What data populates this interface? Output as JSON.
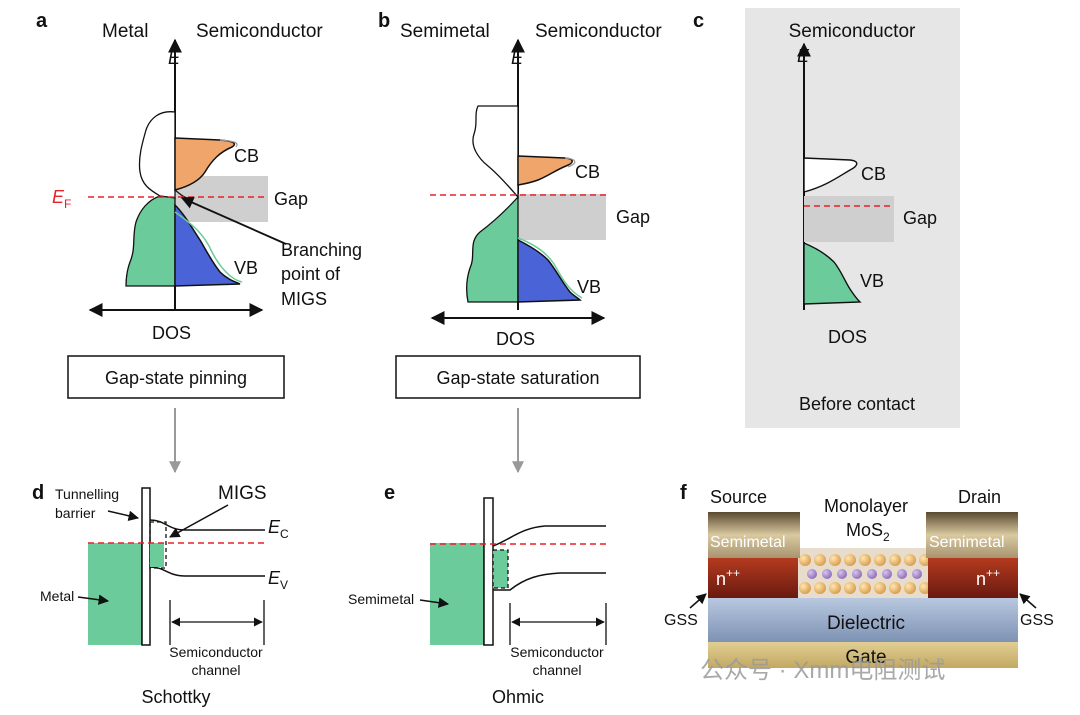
{
  "panels": {
    "a": {
      "letter": "a",
      "left_title": "Metal",
      "right_title": "Semiconductor",
      "axis_e": "E",
      "fermi_E": "E",
      "fermi_sub": "F",
      "cb": "CB",
      "vb": "VB",
      "gap": "Gap",
      "branch_l1": "Branching",
      "branch_l2": "point of",
      "branch_l3": "MIGS",
      "dos": "DOS",
      "box": "Gap-state pinning"
    },
    "b": {
      "letter": "b",
      "left_title": "Semimetal",
      "right_title": "Semiconductor",
      "axis_e": "E",
      "cb": "CB",
      "vb": "VB",
      "gap": "Gap",
      "dos": "DOS",
      "box": "Gap-state saturation"
    },
    "c": {
      "letter": "c",
      "title": "Semiconductor",
      "axis_e": "E",
      "cb": "CB",
      "vb": "VB",
      "gap": "Gap",
      "dos": "DOS",
      "caption": "Before contact"
    },
    "d": {
      "letter": "d",
      "tunnel_l1": "Tunnelling",
      "tunnel_l2": "barrier",
      "migs": "MIGS",
      "ec_main": "E",
      "ec_sub": "C",
      "ev_main": "E",
      "ev_sub": "V",
      "metal": "Metal",
      "chan_l1": "Semiconductor",
      "chan_l2": "channel",
      "caption": "Schottky"
    },
    "e": {
      "letter": "e",
      "semimetal": "Semimetal",
      "chan_l1": "Semiconductor",
      "chan_l2": "channel",
      "caption": "Ohmic"
    },
    "f": {
      "letter": "f",
      "source": "Source",
      "drain": "Drain",
      "mono_l1": "Monolayer",
      "mono_l2_main": "MoS",
      "mono_l2_sub": "2",
      "semimetal_left": "Semimetal",
      "semimetal_right": "Semimetal",
      "n_left_main": "n",
      "n_left_sup": "++",
      "n_right_main": "n",
      "n_right_sup": "++",
      "gss_left": "GSS",
      "gss_right": "GSS",
      "dielectric": "Dielectric",
      "gate": "Gate"
    }
  },
  "watermark": "公众号 · Xmm电阻测试",
  "colors": {
    "green": "#6ccb9a",
    "orange": "#f0a66a",
    "blue": "#4a63d6",
    "gray": "#cfcfcf",
    "fermi": "#e8202a",
    "panel_c_bg": "#e6e6e6"
  }
}
